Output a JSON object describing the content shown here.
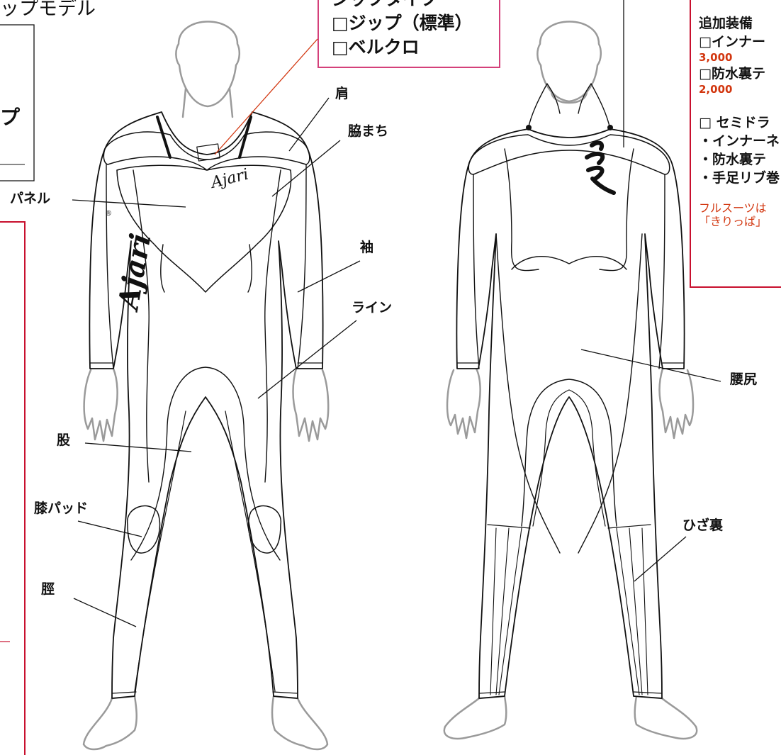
{
  "model_title_fragment": "ップモデル",
  "left_box_text": "プ",
  "zip_box": {
    "line_top": "ジップタイプ",
    "line_zip": "□ジップ（標準）",
    "line_velcro": "□ベルクロ"
  },
  "labels": {
    "shoulder": "肩",
    "side_gusset": "脇まち",
    "panel": "パネル",
    "sleeve": "袖",
    "line": "ライン",
    "crotch": "股",
    "knee_pad": "膝パッド",
    "shin": "脛",
    "waist_hip": "腰尻",
    "knee_back": "ひざ裏"
  },
  "options_box": {
    "heading": "追加装備",
    "inner_neck": "□インナー",
    "inner_neck_price": "3,000",
    "waterproof_tape": "□防水裏テ",
    "waterproof_tape_price": "2,000",
    "semidry": "□ セミドラ",
    "semidry_item1": "・インナーネ",
    "semidry_item2": "・防水裏テ",
    "semidry_item3": "・手足リブ巻",
    "note_line1": "フルスーツは",
    "note_line2": "「きりっぱ」"
  },
  "logos": {
    "chest": "Ajari",
    "sleeve": "Ajari",
    "registered_mark": "®"
  },
  "colors": {
    "accent_pink": "#d4407a",
    "accent_red": "#c8102e",
    "price_orange": "#d2360f",
    "leader_line": "#d2360f",
    "body_outline_gray": "#9a9a9a"
  }
}
